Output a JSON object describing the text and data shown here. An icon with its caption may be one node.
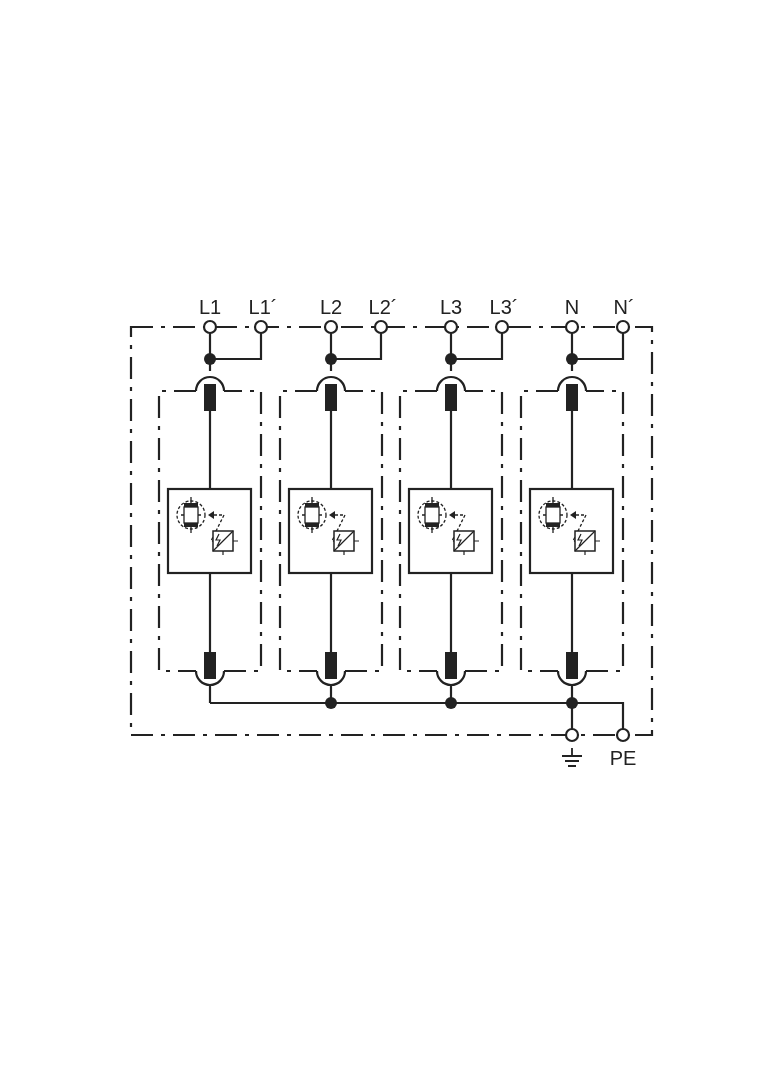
{
  "diagram": {
    "labels": [
      "L1",
      "L1´",
      "L2",
      "L2´",
      "L3",
      "L3´",
      "N",
      "N´",
      "PE"
    ]
  }
}
